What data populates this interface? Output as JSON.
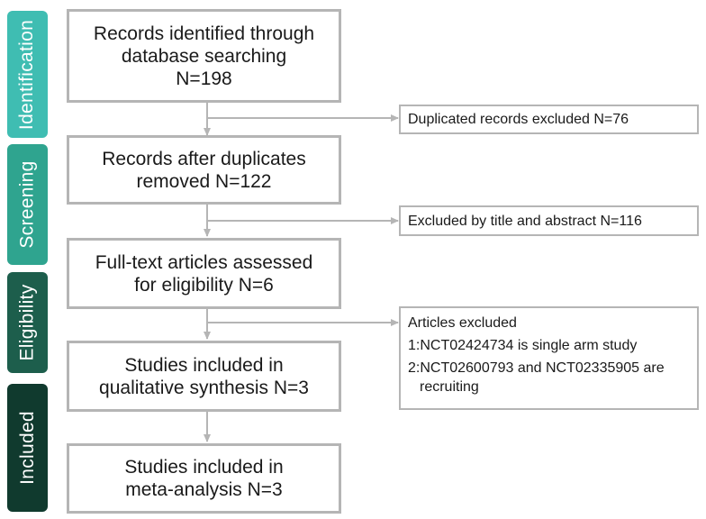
{
  "stages": [
    {
      "label": "Identification",
      "color": "#3fbdb2"
    },
    {
      "label": "Screening",
      "color": "#2fa48f"
    },
    {
      "label": "Eligibility",
      "color": "#1d5e4c"
    },
    {
      "label": "Included",
      "color": "#103a2e"
    }
  ],
  "boxes": [
    {
      "line1": "Records identified through",
      "line2": "database searching",
      "line3": "N=198"
    },
    {
      "line1": "Records after duplicates",
      "line2": "removed N=122"
    },
    {
      "line1": "Full-text articles assessed",
      "line2": "for eligibility N=6"
    },
    {
      "line1": "Studies included in",
      "line2": "qualitative synthesis N=3"
    },
    {
      "line1": "Studies included in",
      "line2": "meta-analysis N=3"
    }
  ],
  "exclusions": [
    {
      "text": "Duplicated records excluded N=76"
    },
    {
      "text": "Excluded by title and abstract N=116"
    },
    {
      "title": "Articles excluded",
      "item1": "1:NCT02424734 is single arm study",
      "item2_line1": "2:NCT02600793 and NCT02335905 are",
      "item2_line2": "recruiting"
    }
  ],
  "colors": {
    "border": "#b5b5b5",
    "arrow": "#b5b5b5"
  }
}
